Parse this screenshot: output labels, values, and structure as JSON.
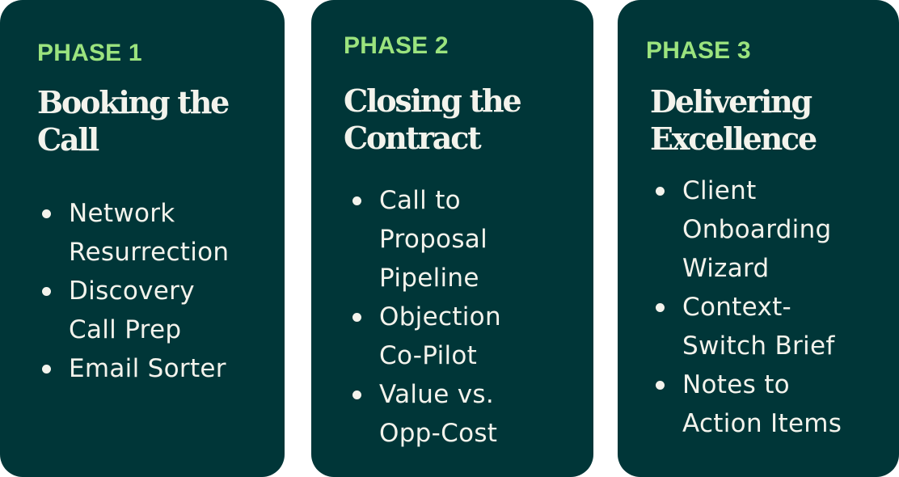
{
  "colors": {
    "card_background": "#003638",
    "phase_label": "#9BE37E",
    "title_text": "#F3F3EC",
    "item_text": "#F3F3EC",
    "bullet": "#F3F3EC"
  },
  "phases": [
    {
      "label": "PHASE 1",
      "title_line_1": "Booking the",
      "title_line_2": "Call",
      "items": [
        {
          "line_1": "Network",
          "line_2": "Resurrection"
        },
        {
          "line_1": "Discovery",
          "line_2": "Call Prep"
        },
        {
          "line_1": "Email Sorter",
          "line_2": ""
        }
      ]
    },
    {
      "label": "PHASE 2",
      "title_line_1": "Closing the",
      "title_line_2": "Contract",
      "items": [
        {
          "line_1": "Call to",
          "line_2": "Proposal",
          "line_3": "Pipeline"
        },
        {
          "line_1": "Objection",
          "line_2": "Co-Pilot"
        },
        {
          "line_1": "Value vs.",
          "line_2": "Opp-Cost"
        }
      ]
    },
    {
      "label": "PHASE 3",
      "title_line_1": "Delivering",
      "title_line_2": "Excellence",
      "items": [
        {
          "line_1": "Client",
          "line_2": "Onboarding",
          "line_3": "Wizard"
        },
        {
          "line_1": "Context-",
          "line_2": "Switch Brief"
        },
        {
          "line_1": "Notes to",
          "line_2": "Action Items"
        }
      ]
    }
  ]
}
